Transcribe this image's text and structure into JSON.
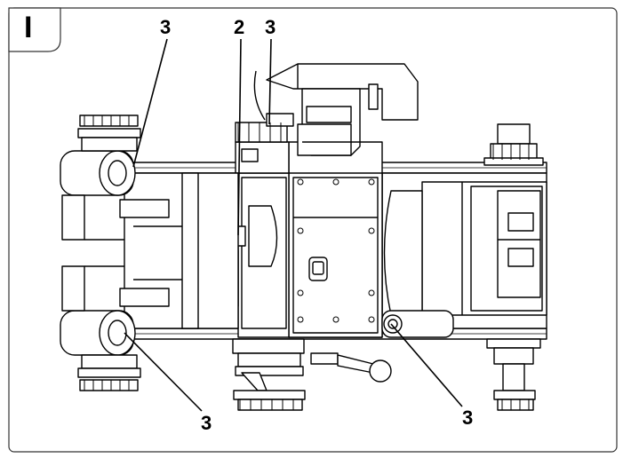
{
  "figure": {
    "panel_label": "I",
    "callouts": [
      "3",
      "2",
      "3",
      "3",
      "3"
    ]
  }
}
